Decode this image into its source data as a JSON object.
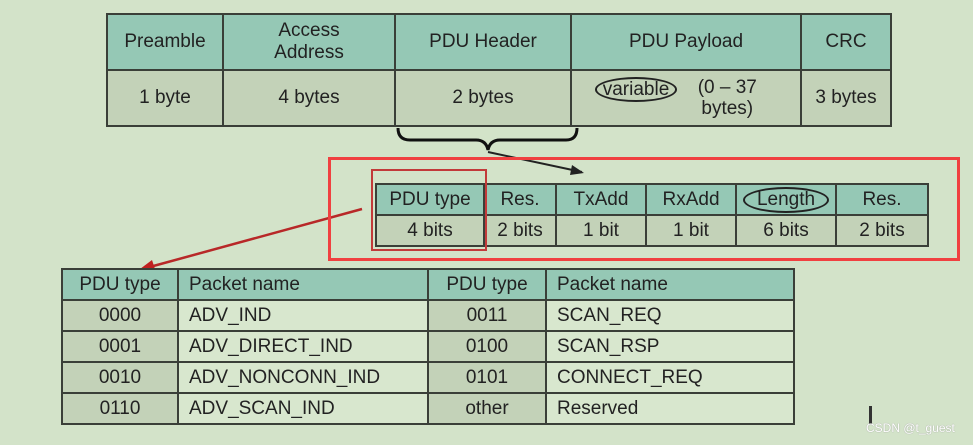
{
  "packet_format": {
    "headers": [
      "Preamble",
      "Access Address",
      "PDU Header",
      "PDU Payload",
      "CRC"
    ],
    "sizes": [
      "1 byte",
      "4 bytes",
      "2 bytes",
      "variable (0 – 37 bytes)",
      "3 bytes"
    ],
    "payload_size_parts": {
      "circled": "variable",
      "rest": "(0 – 37 bytes)"
    }
  },
  "pdu_header_format": {
    "fields": [
      "PDU type",
      "Res.",
      "TxAdd",
      "RxAdd",
      "Length",
      "Res."
    ],
    "sizes": [
      "4 bits",
      "2 bits",
      "1 bit",
      "1 bit",
      "6 bits",
      "2 bits"
    ],
    "highlighted_field": "PDU type",
    "circled_field": "Length"
  },
  "pdu_types": {
    "columns": [
      "PDU type",
      "Packet name",
      "PDU type",
      "Packet name"
    ],
    "rows": [
      [
        "0000",
        "ADV_IND",
        "0011",
        "SCAN_REQ"
      ],
      [
        "0001",
        "ADV_DIRECT_IND",
        "0100",
        "SCAN_RSP"
      ],
      [
        "0010",
        "ADV_NONCONN_IND",
        "0101",
        "CONNECT_REQ"
      ],
      [
        "0110",
        "ADV_SCAN_IND",
        "other",
        "Reserved"
      ]
    ]
  },
  "colors": {
    "background": "#d3e3c9",
    "header_fill": "#95c8b5",
    "value_fill": "#c3d2b8",
    "highlight": "#f04040"
  },
  "watermark": "CSDN @t_guest"
}
